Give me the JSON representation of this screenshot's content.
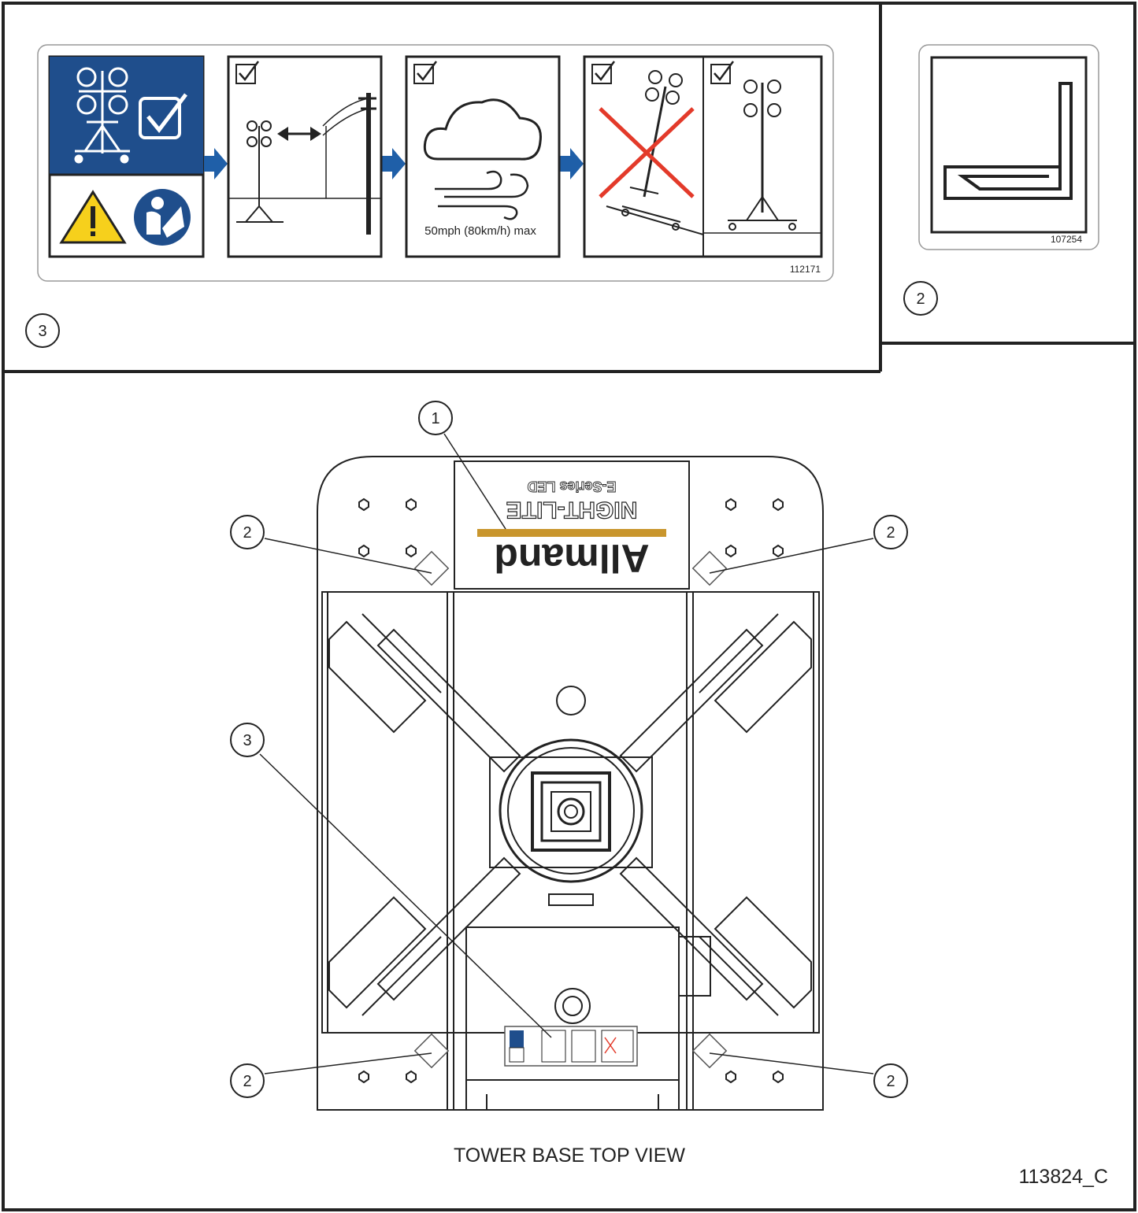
{
  "decal_112171": {
    "part_number": "112171",
    "callout": "3",
    "wind_text": "50mph (80km/h) max"
  },
  "decal_107254": {
    "part_number": "107254",
    "callout": "2"
  },
  "machine": {
    "brand": "Allmand",
    "model": "NIGHT-LITE",
    "series": "E-Series LED"
  },
  "callouts": {
    "c1": "1",
    "c2_tl": "2",
    "c2_tr": "2",
    "c2_bl": "2",
    "c2_br": "2",
    "c3": "3"
  },
  "caption": "TOWER BASE TOP VIEW",
  "drawing_number": "113824_C",
  "colors": {
    "panel_blue": "#1f4e8c",
    "arrow_blue": "#1f5fa8",
    "warning_yellow": "#f6d01c",
    "cross_red": "#e33a2a",
    "brand_gold": "#c9962d",
    "line": "#222222"
  }
}
